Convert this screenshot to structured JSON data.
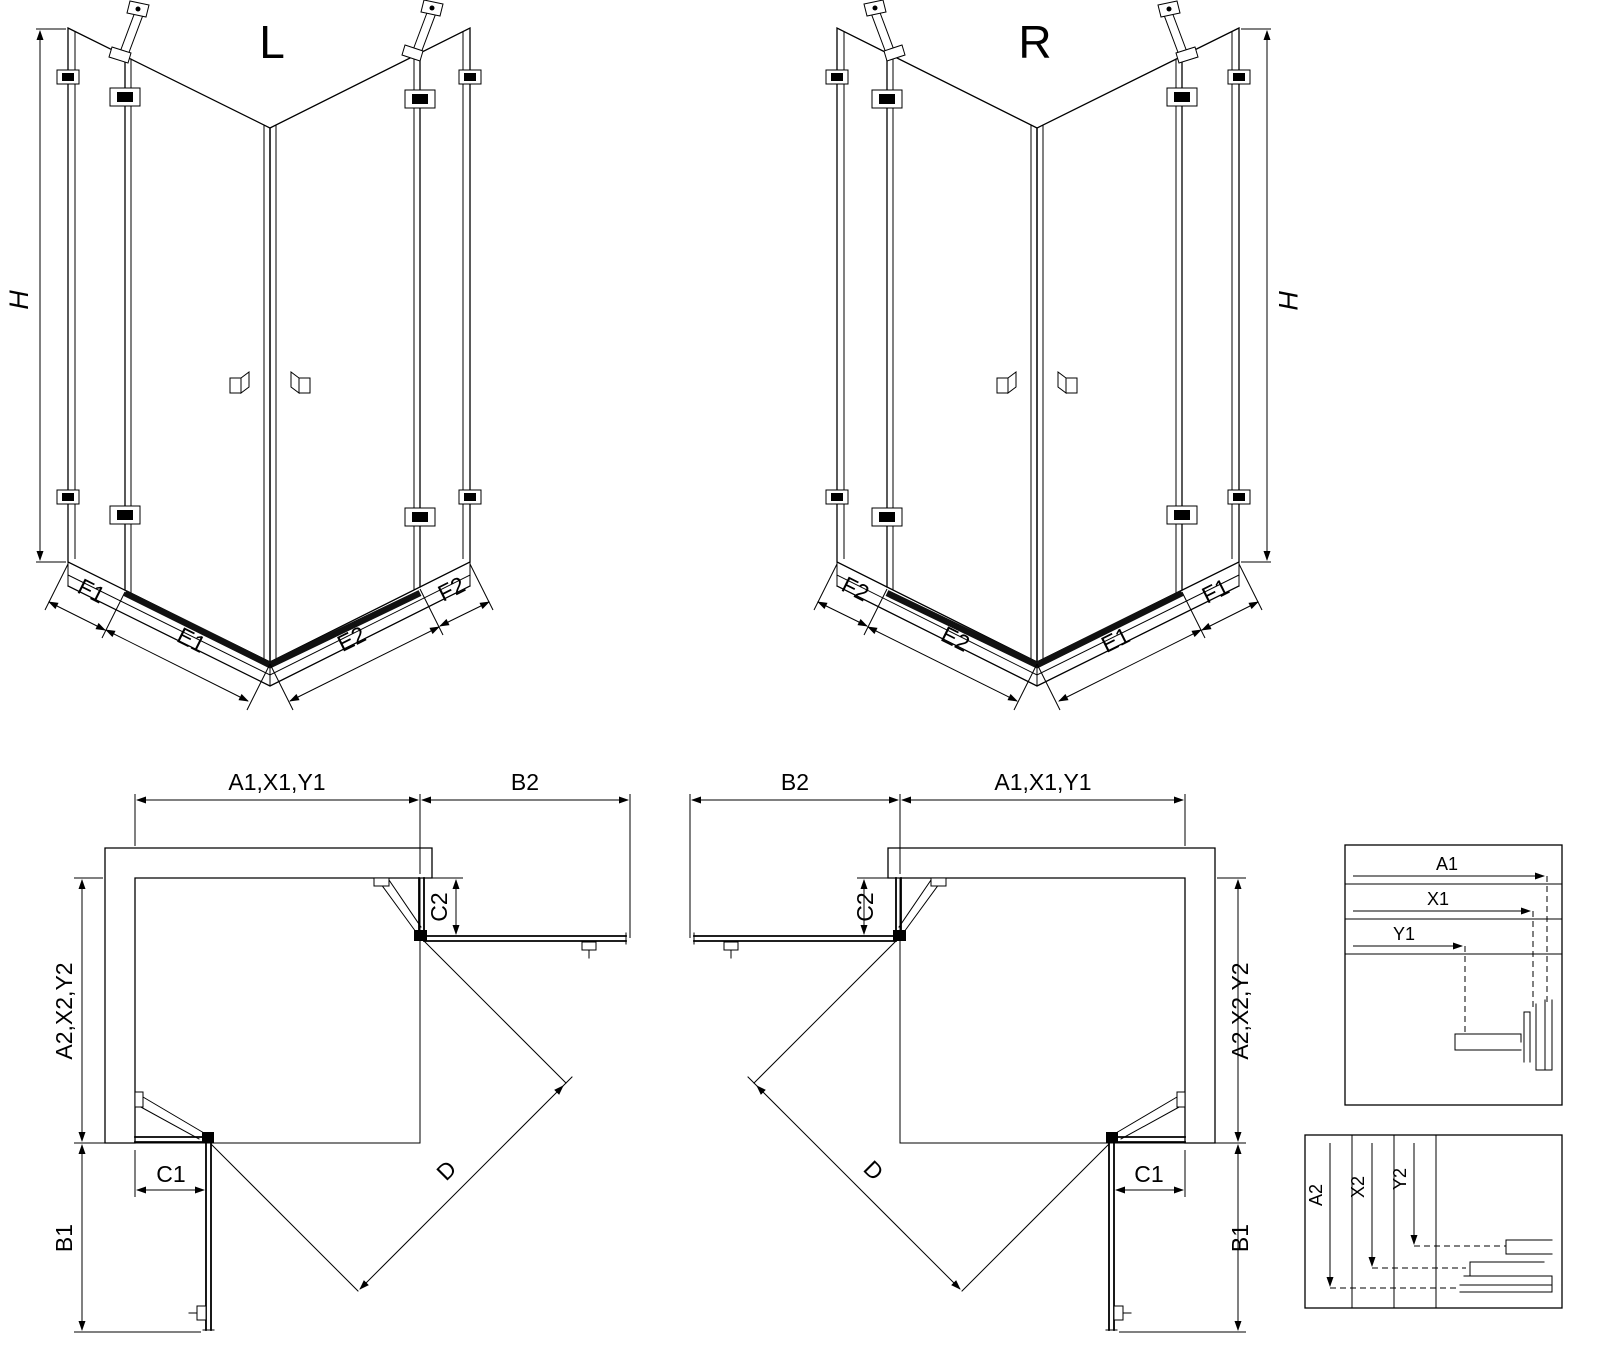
{
  "colors": {
    "line": "#000000",
    "background": "#ffffff"
  },
  "iso_left": {
    "variant": "L",
    "height": "H",
    "f1": "F1",
    "e1": "E1",
    "e2": "E2",
    "f2": "F2"
  },
  "iso_right": {
    "variant": "R",
    "height": "H",
    "f1": "F1",
    "e1": "E1",
    "e2": "E2",
    "f2": "F2"
  },
  "plan_left": {
    "width": "A1,X1,Y1",
    "b2": "B2",
    "c2": "C2",
    "depth": "A2,X2,Y2",
    "c1": "C1",
    "b1": "B1",
    "d": "D"
  },
  "plan_right": {
    "width": "A1,X1,Y1",
    "b2": "B2",
    "c2": "C2",
    "depth": "A2,X2,Y2",
    "c1": "C1",
    "b1": "B1",
    "d": "D"
  },
  "detail_top": {
    "a1": "A1",
    "x1": "X1",
    "y1": "Y1"
  },
  "detail_bottom": {
    "a2": "A2",
    "x2": "X2",
    "y2": "Y2"
  }
}
